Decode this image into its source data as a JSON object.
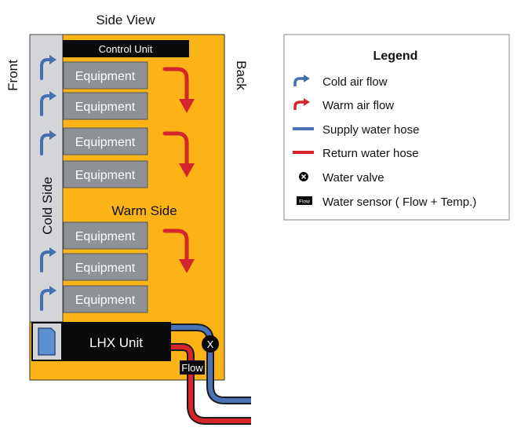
{
  "diagram": {
    "title": "Side View",
    "front_label": "Front",
    "back_label": "Back",
    "control_unit_label": "Control Unit",
    "cold_side_label": "Cold Side",
    "warm_side_label": "Warm Side",
    "lhx_label": "LHX Unit",
    "valve_label": "X",
    "flow_label": "Flow",
    "equipment": [
      {
        "label": "Equipment"
      },
      {
        "label": "Equipment"
      },
      {
        "label": "Equipment"
      },
      {
        "label": "Equipment"
      },
      {
        "label": "Equipment"
      },
      {
        "label": "Equipment"
      },
      {
        "label": "Equipment"
      }
    ]
  },
  "legend": {
    "title": "Legend",
    "items": [
      {
        "label": "Cold air flow",
        "icon": "blue-curved-arrow"
      },
      {
        "label": "Warm air flow",
        "icon": "red-curved-arrow"
      },
      {
        "label": "Supply water hose",
        "icon": "blue-line"
      },
      {
        "label": "Return water hose",
        "icon": "red-line"
      },
      {
        "label": "Water valve",
        "icon": "black-x-circle"
      },
      {
        "label": "Water sensor ( Flow + Temp.)",
        "icon": "flow-sensor-box"
      }
    ],
    "sensor_icon_text": "Flow"
  },
  "colors": {
    "rack": "#FBB318",
    "cold_side": "#D3D5D8",
    "equipment": "#8E9196",
    "black": "#0A0A0A",
    "cold_arrow": "#4470B0",
    "warm_arrow": "#D3262C",
    "supply_hose": "#4A72B6",
    "return_hose": "#D5252B",
    "heat_exchanger": "#5B8FD0"
  }
}
